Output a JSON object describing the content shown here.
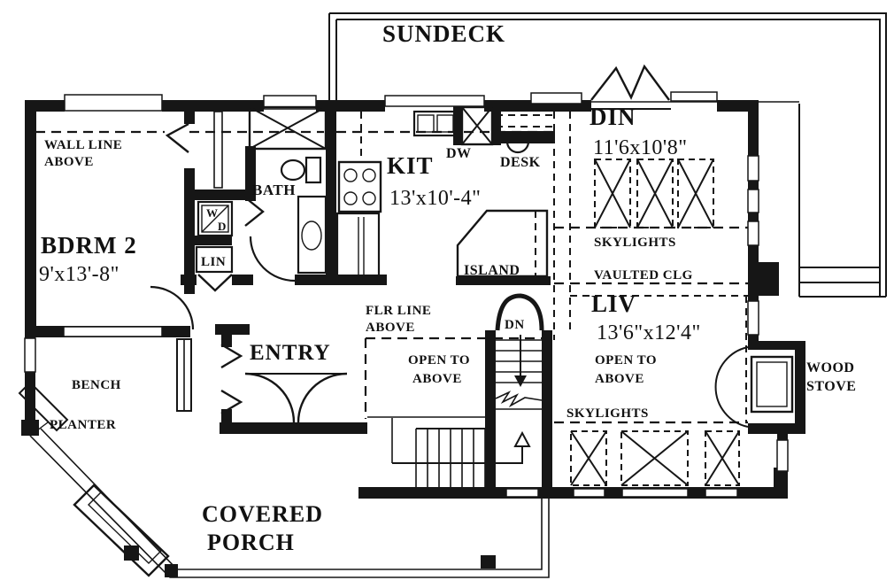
{
  "drawing": {
    "ink": "#161616",
    "paper": "#ffffff"
  },
  "rooms": {
    "sundeck": "SUNDECK",
    "bdrm2": "BDRM 2",
    "bdrm2_dim": "9'x13'-8\"",
    "bath": "BATH",
    "kit": "KIT",
    "kit_dim": "13'x10'-4\"",
    "din": "DIN",
    "din_dim": "11'6x10'8\"",
    "liv": "LIV",
    "liv_dim": "13'6\"x12'4\"",
    "entry": "ENTRY",
    "covered": "COVERED",
    "porch": "PORCH"
  },
  "labels": {
    "wall_line_1": "WALL LINE",
    "wall_line_2": "ABOVE",
    "flr_line_1": "FLR LINE",
    "flr_line_2": "ABOVE",
    "open_entry_1": "OPEN TO",
    "open_entry_2": "ABOVE",
    "open_liv_1": "OPEN TO",
    "open_liv_2": "ABOVE",
    "skylights_din": "SKYLIGHTS",
    "skylights_liv": "SKYLIGHTS",
    "vaulted_clg": "VAULTED CLG",
    "island": "ISLAND",
    "desk": "DESK",
    "dw": "DW",
    "dn": "DN",
    "lin": "LIN",
    "washer": "W",
    "dryer": "D",
    "bench": "BENCH",
    "planter": "PLANTER",
    "wood_stove_1": "WOOD",
    "wood_stove_2": "STOVE"
  }
}
